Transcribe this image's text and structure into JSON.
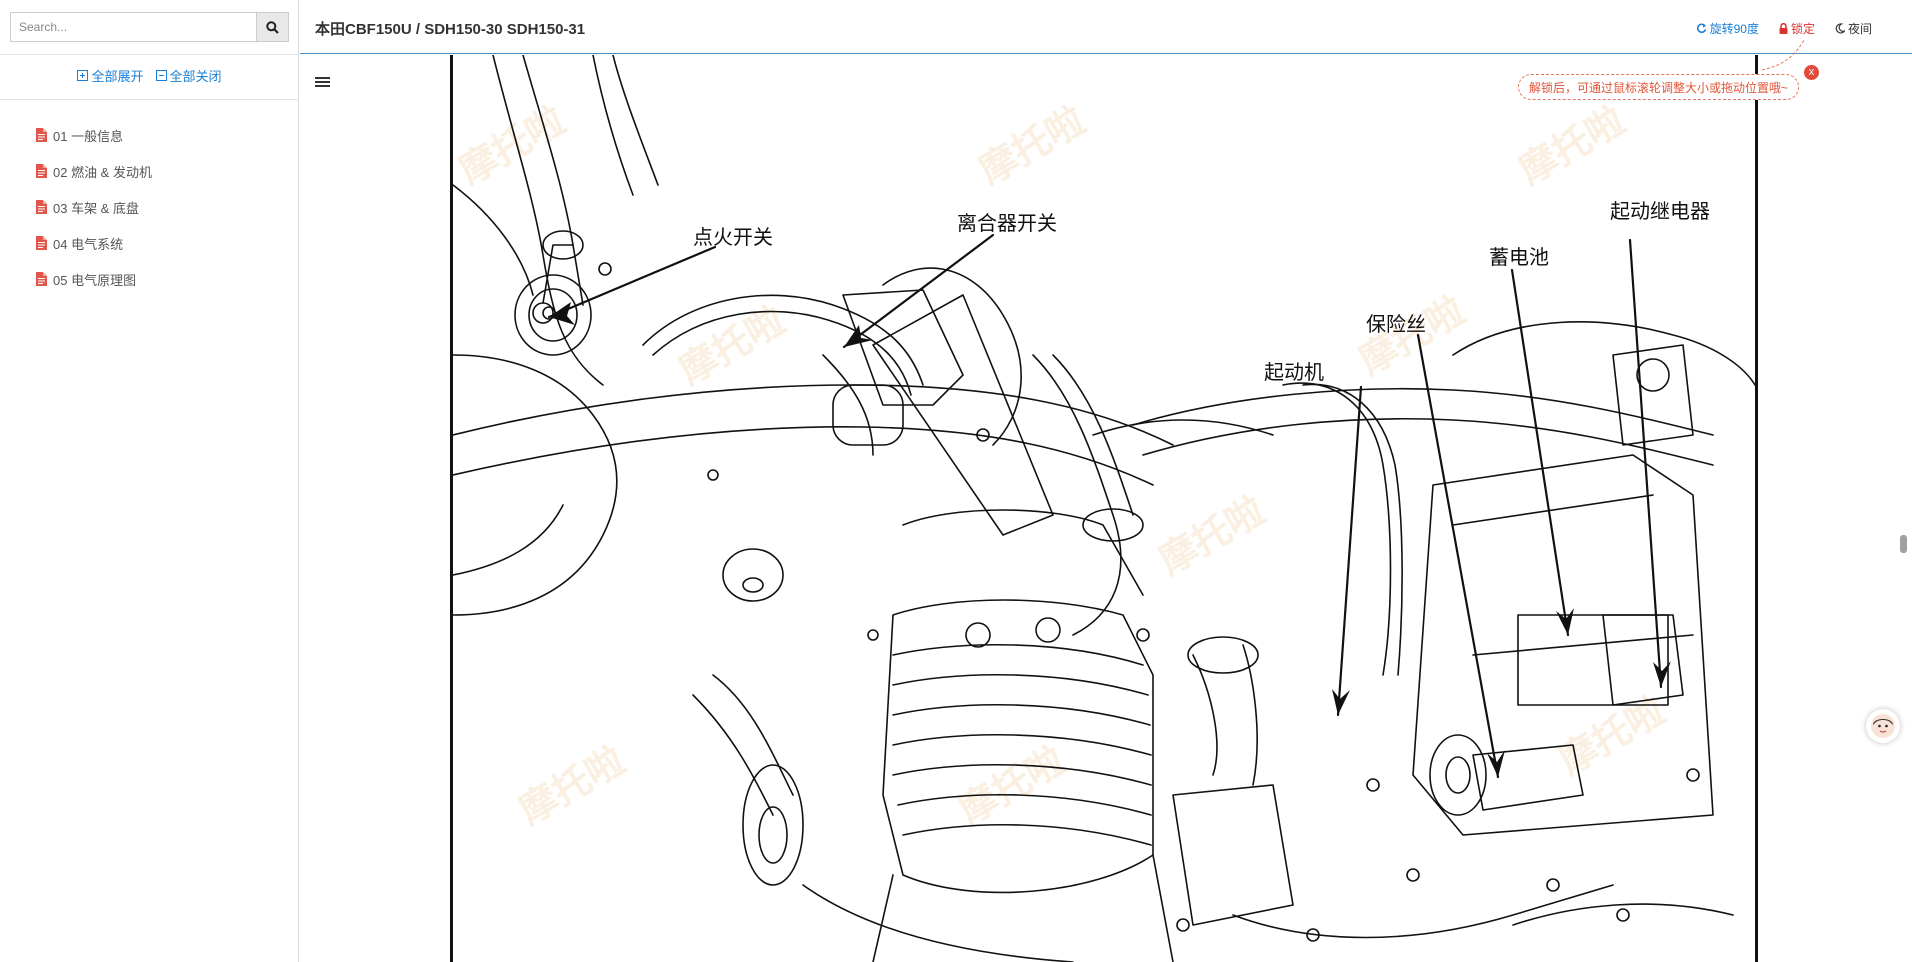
{
  "sidebar": {
    "search": {
      "placeholder": "Search..."
    },
    "expand_all": "全部展开",
    "collapse_all": "全部关闭",
    "items": [
      {
        "label": "01 一般信息"
      },
      {
        "label": "02 燃油 & 发动机"
      },
      {
        "label": "03 车架 & 底盘"
      },
      {
        "label": "04 电气系统"
      },
      {
        "label": "05 电气原理图"
      }
    ]
  },
  "header": {
    "title": "本田CBF150U / SDH150-30 SDH150-31",
    "rotate": "旋转90度",
    "lock": "锁定",
    "night": "夜间"
  },
  "tip": {
    "text": "解锁后，可通过鼠标滚轮调整大小或拖动位置哦~",
    "close": "x"
  },
  "diagram": {
    "labels": {
      "ignition_switch": "点火开关",
      "clutch_switch": "离合器开关",
      "starter_relay": "起动继电器",
      "battery": "蓄电池",
      "fuse": "保险丝",
      "starter_motor": "起动机"
    },
    "watermark": "摩托啦"
  },
  "colors": {
    "accent_blue": "#1a7fd6",
    "lock_red": "#d9322f",
    "tip_orange": "#e0553a"
  }
}
